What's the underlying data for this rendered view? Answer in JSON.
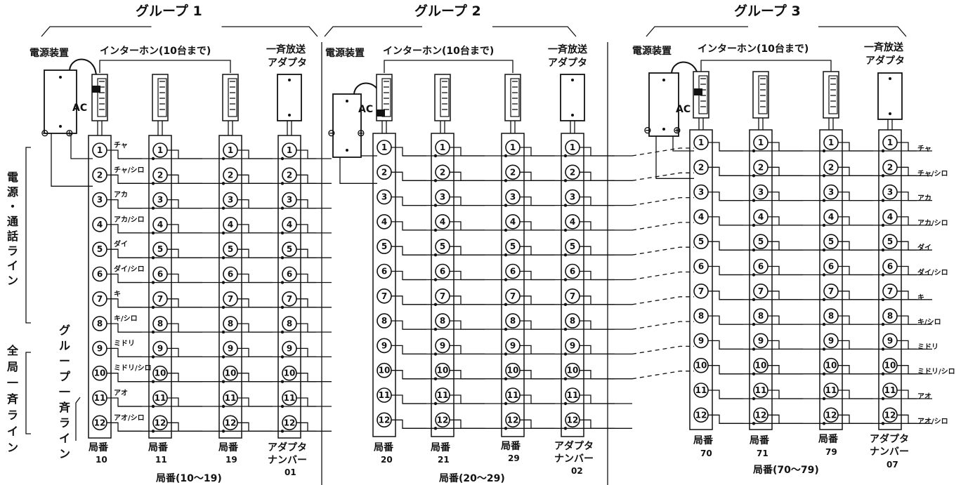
{
  "groups": [
    {
      "title": "グループ 1",
      "power_label": "電源装置",
      "intercom_label": "インターホン(10台まで)",
      "adapter_label_1": "一斉放送",
      "adapter_label_2": "アダプタ",
      "ac_label": "AC",
      "stations": [
        {
          "label": "局番",
          "number": "10"
        },
        {
          "label": "局番",
          "number": "11"
        },
        {
          "label": "局番",
          "number": "19"
        }
      ],
      "adapter_name_1": "アダプタ",
      "adapter_name_2": "ナンバー",
      "adapter_number": "01",
      "range_label": "局番(10〜19)"
    },
    {
      "title": "グループ 2",
      "power_label": "電源装置",
      "intercom_label": "インターホン(10台まで)",
      "adapter_label_1": "一斉放送",
      "adapter_label_2": "アダプタ",
      "ac_label": "AC",
      "stations": [
        {
          "label": "局番",
          "number": "20"
        },
        {
          "label": "局番",
          "number": "21"
        },
        {
          "label": "局番",
          "number": "29"
        }
      ],
      "adapter_name_1": "アダプタ",
      "adapter_name_2": "ナンバー",
      "adapter_number": "02",
      "range_label": "局番(20〜29)"
    },
    {
      "title": "グループ 3",
      "power_label": "電源装置",
      "intercom_label": "インターホン(10台まで)",
      "adapter_label_1": "一斉放送",
      "adapter_label_2": "アダプタ",
      "ac_label": "AC",
      "stations": [
        {
          "label": "局番",
          "number": "70"
        },
        {
          "label": "局番",
          "number": "71"
        },
        {
          "label": "局番",
          "number": "79"
        }
      ],
      "adapter_name_1": "アダプタ",
      "adapter_name_2": "ナンバー",
      "adapter_number": "07",
      "range_label": "局番(70〜79)"
    }
  ],
  "terminals": [
    "1",
    "2",
    "3",
    "4",
    "5",
    "6",
    "7",
    "8",
    "9",
    "10",
    "11",
    "12"
  ],
  "wire_colors_left": [
    "チャ",
    "チャ/シロ",
    "アカ",
    "アカ/シロ",
    "ダイ",
    "ダイ/シロ",
    "キ",
    "キ/シロ",
    "ミドリ",
    "ミドリ/シロ",
    "アオ",
    "アオ/シロ"
  ],
  "wire_colors_right": [
    "チャ",
    "チャ/シロ",
    "アカ",
    "アカ/シロ",
    "ダイ",
    "ダイ/シロ",
    "キ",
    "キ/シロ",
    "ミドリ",
    "ミドリ/シロ",
    "アオ",
    "アオ/シロ"
  ],
  "side_labels": {
    "power_talk": "電源・通話ライン",
    "all_station": "全局一斉ライン",
    "group_all": "グループ一斉ライン"
  },
  "polarity": {
    "minus": "⊖",
    "plus": "⊕"
  }
}
